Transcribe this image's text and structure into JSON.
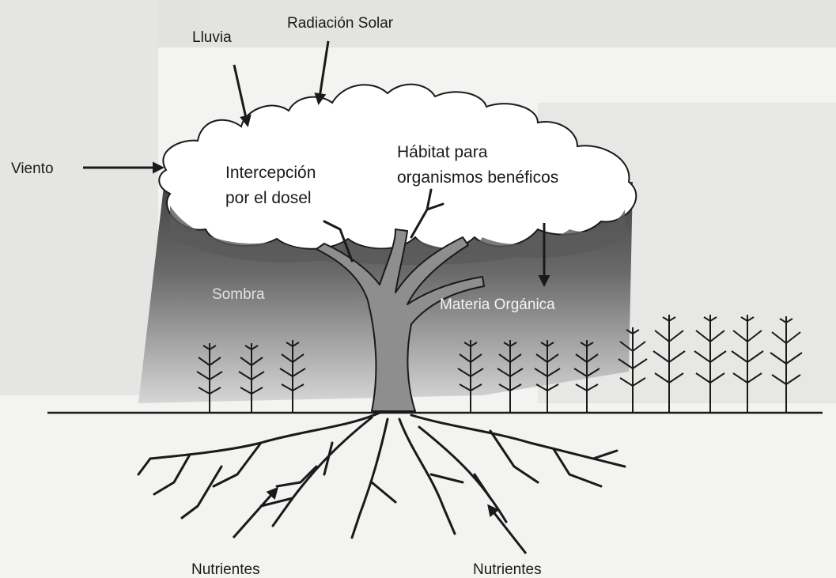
{
  "labels": {
    "rain": "Lluvia",
    "solar": "Radiación Solar",
    "wind": "Viento",
    "interception_line1": "Intercepción",
    "interception_line2": "por el dosel",
    "habitat_line1": "Hábitat para",
    "habitat_line2": "organismos benéficos",
    "shade": "Sombra",
    "organic_matter": "Materia Orgánica",
    "nutrients_left": "Nutrientes",
    "nutrients_right": "Nutrientes"
  },
  "colors": {
    "ink": "#1a1a1a",
    "shade_dark": "#4a4a4a",
    "shade_light": "#c8c8c8",
    "trunk": "#8e8e8e",
    "paper": "#f3f3f1"
  }
}
